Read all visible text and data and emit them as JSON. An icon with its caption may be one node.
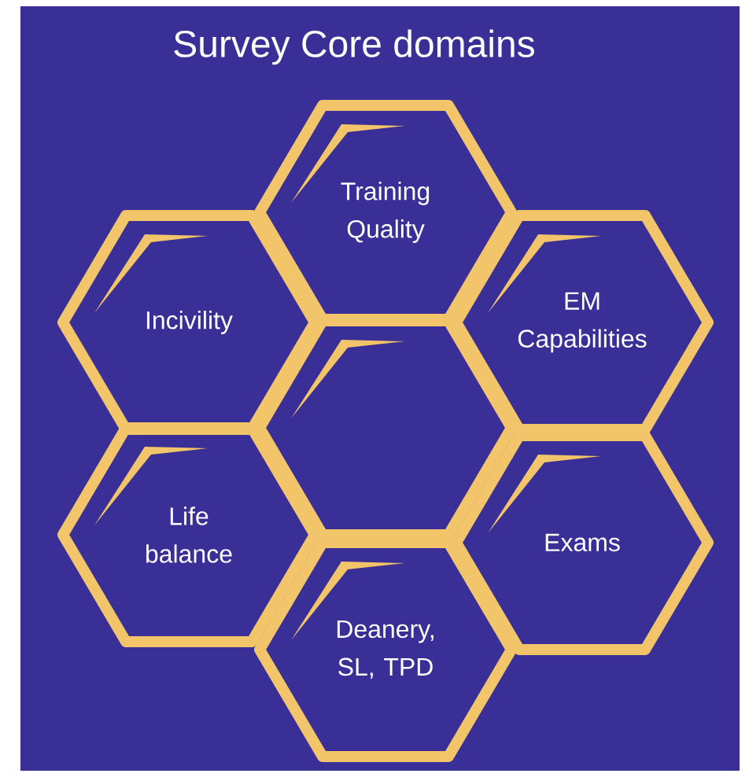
{
  "diagram": {
    "title": "Survey Core domains",
    "nodes": [
      {
        "text": [
          "Training Quality"
        ]
      },
      {
        "text": [
          "Incivility"
        ]
      },
      {
        "text": [
          "EM Capabilities"
        ]
      },
      {
        "text": [],
        "shape": "hexagon"
      },
      {
        "text": [
          "Life balance"
        ]
      },
      {
        "text": [
          "Exams"
        ]
      },
      {
        "text": [
          "Deanery, SL, TPD"
        ]
      }
    ]
  }
}
